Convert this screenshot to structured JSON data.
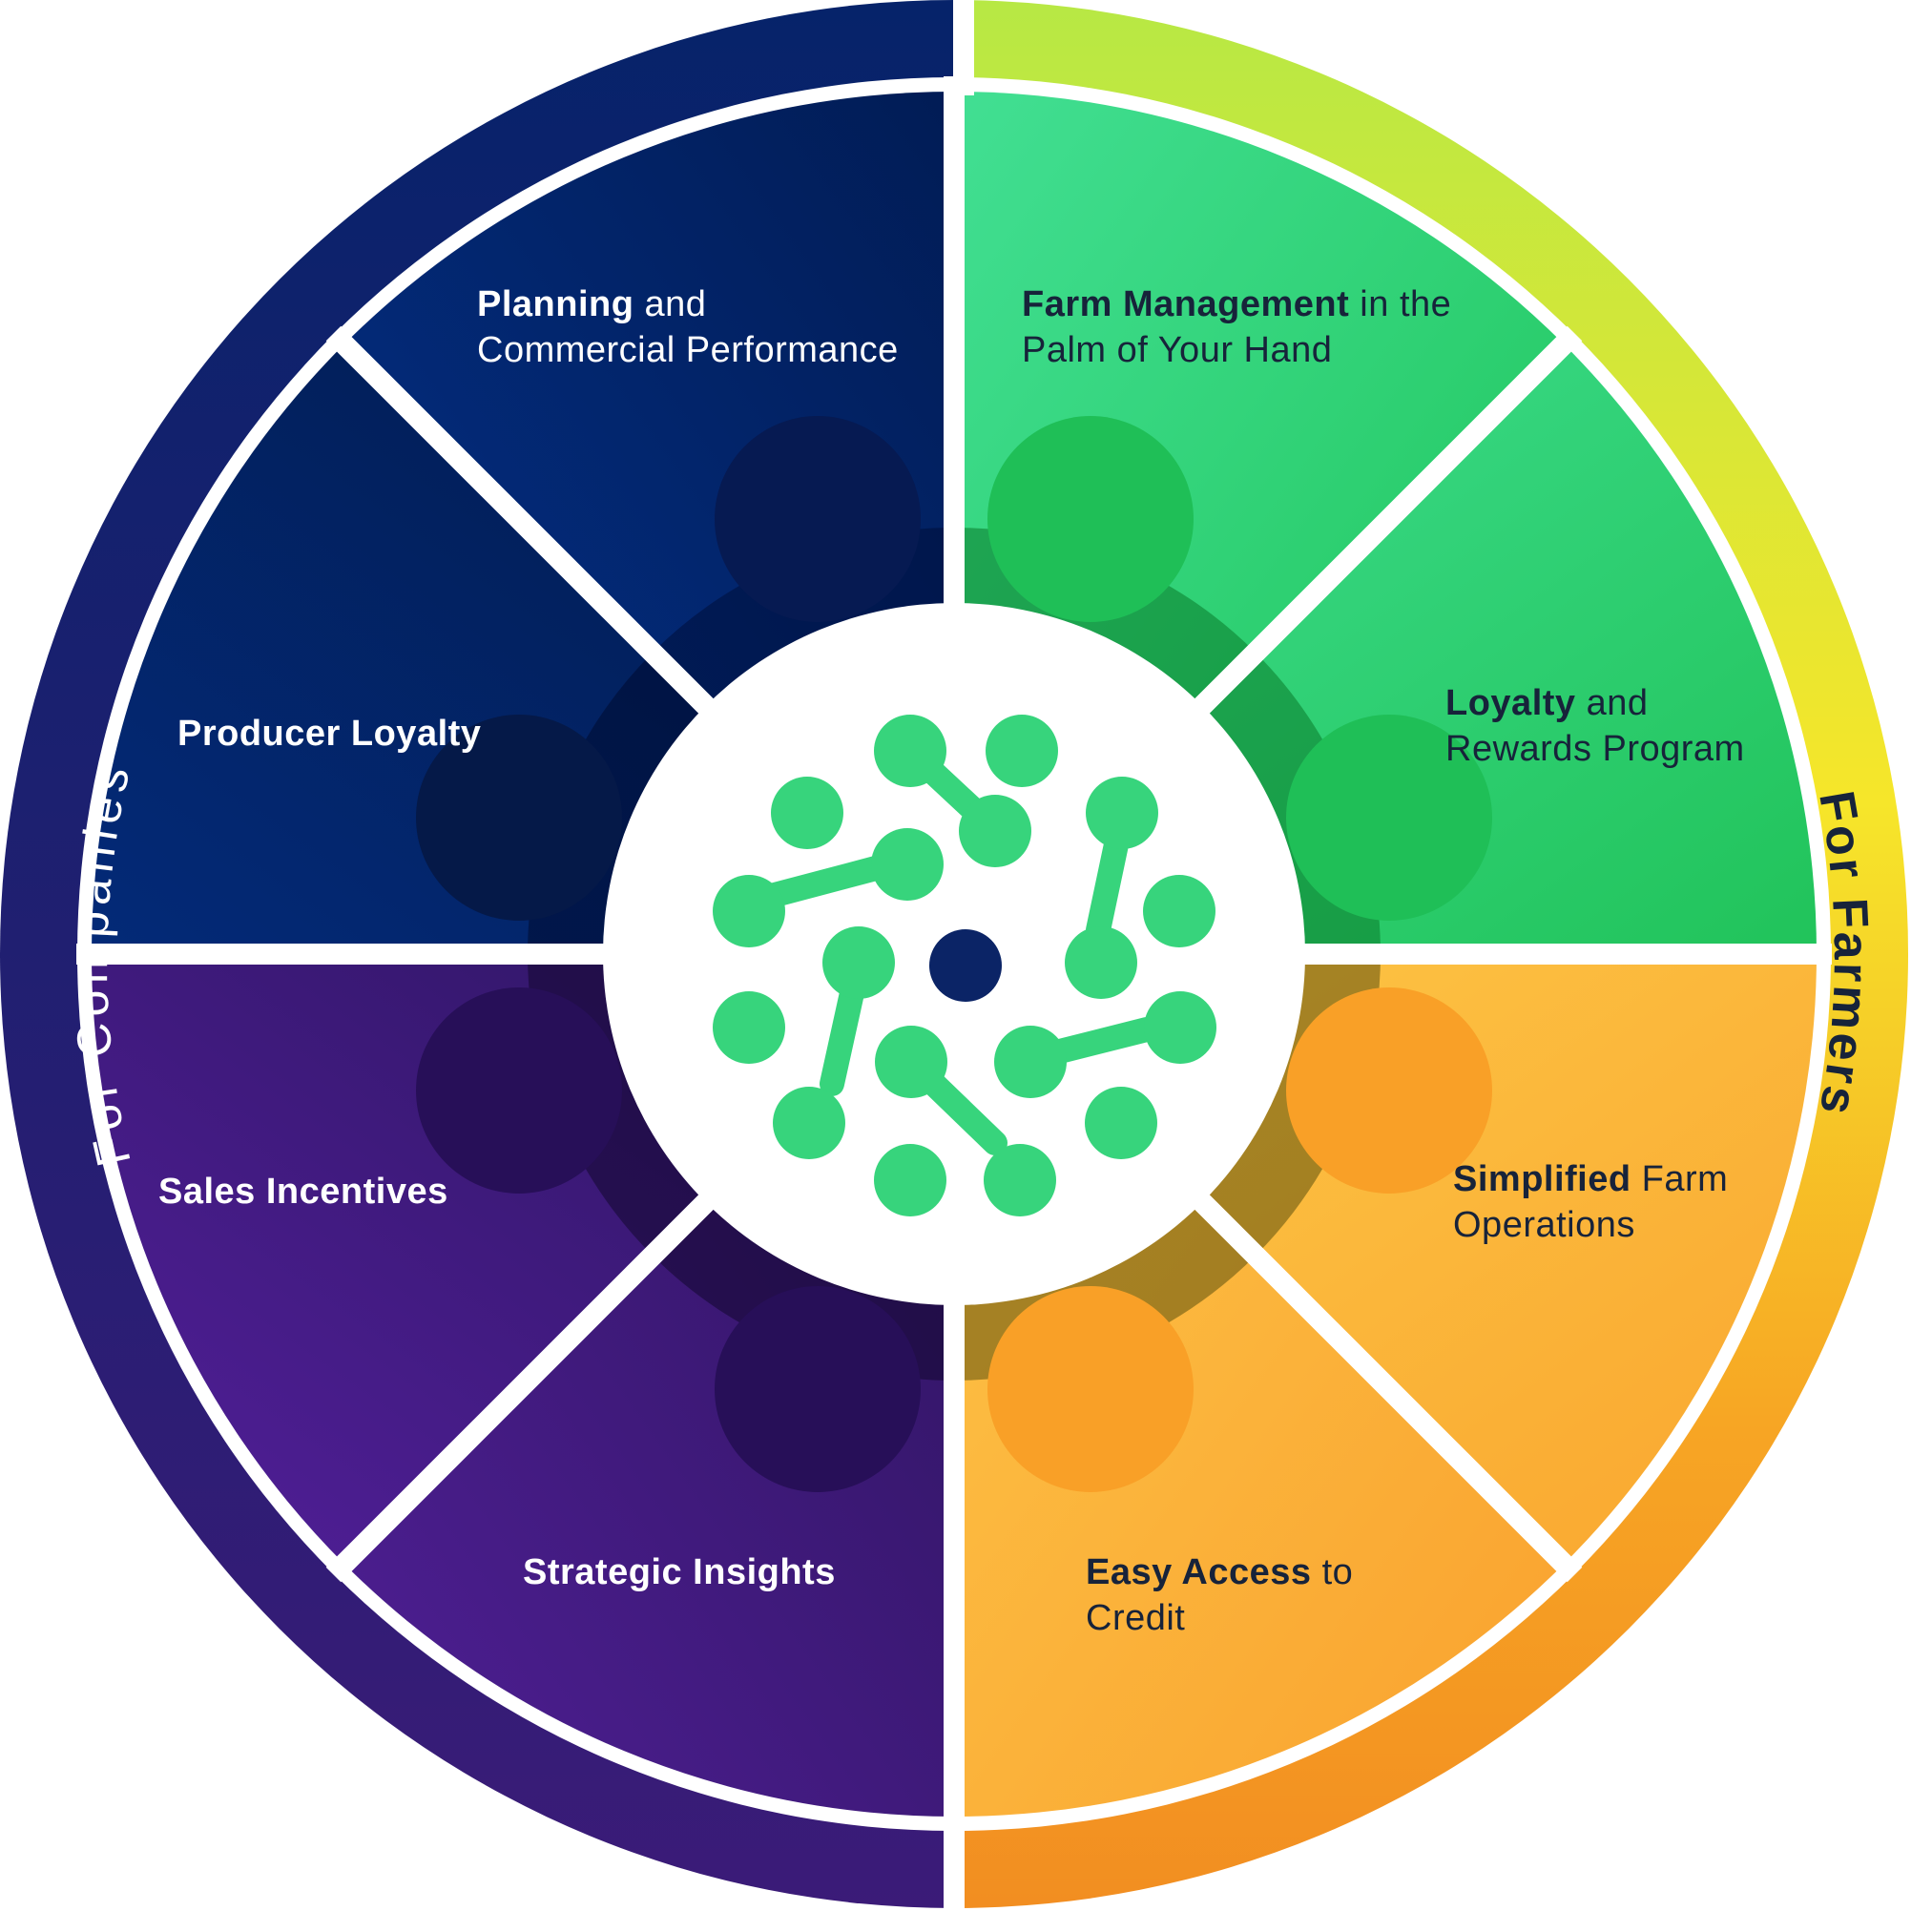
{
  "ring": {
    "companies_label": "For Companies",
    "farmers_label": "For Farmers"
  },
  "segments": {
    "planning": {
      "bold": "Planning",
      "rest": " and",
      "line2": "Commercial Performance"
    },
    "producer_loyalty": {
      "bold": "Producer Loyalty"
    },
    "sales_incentives": {
      "bold": "Sales Incentives"
    },
    "strategic_insights": {
      "bold": "Strategic Insights"
    },
    "farm_management": {
      "bold": "Farm Management",
      "rest": " in the",
      "line2": "Palm of Your Hand"
    },
    "loyalty_rewards": {
      "bold": "Loyalty",
      "rest": " and",
      "line2": "Rewards Program"
    },
    "simplified_ops": {
      "bold": "Simplified",
      "rest": " Farm",
      "line2": "Operations"
    },
    "easy_credit": {
      "bold": "Easy Access",
      "rest": " to",
      "line2": "Credit"
    }
  },
  "colors": {
    "companies_ring": "#3a1d7a",
    "navy": "#02205e",
    "purple": "#3b1a75",
    "green": "#2fd472",
    "orange": "#fbb035",
    "farmers_ring_top": "#c3ea3d",
    "farmers_ring_bottom": "#f4901f",
    "logo_green": "#37d47c",
    "logo_center": "#0b2466"
  }
}
